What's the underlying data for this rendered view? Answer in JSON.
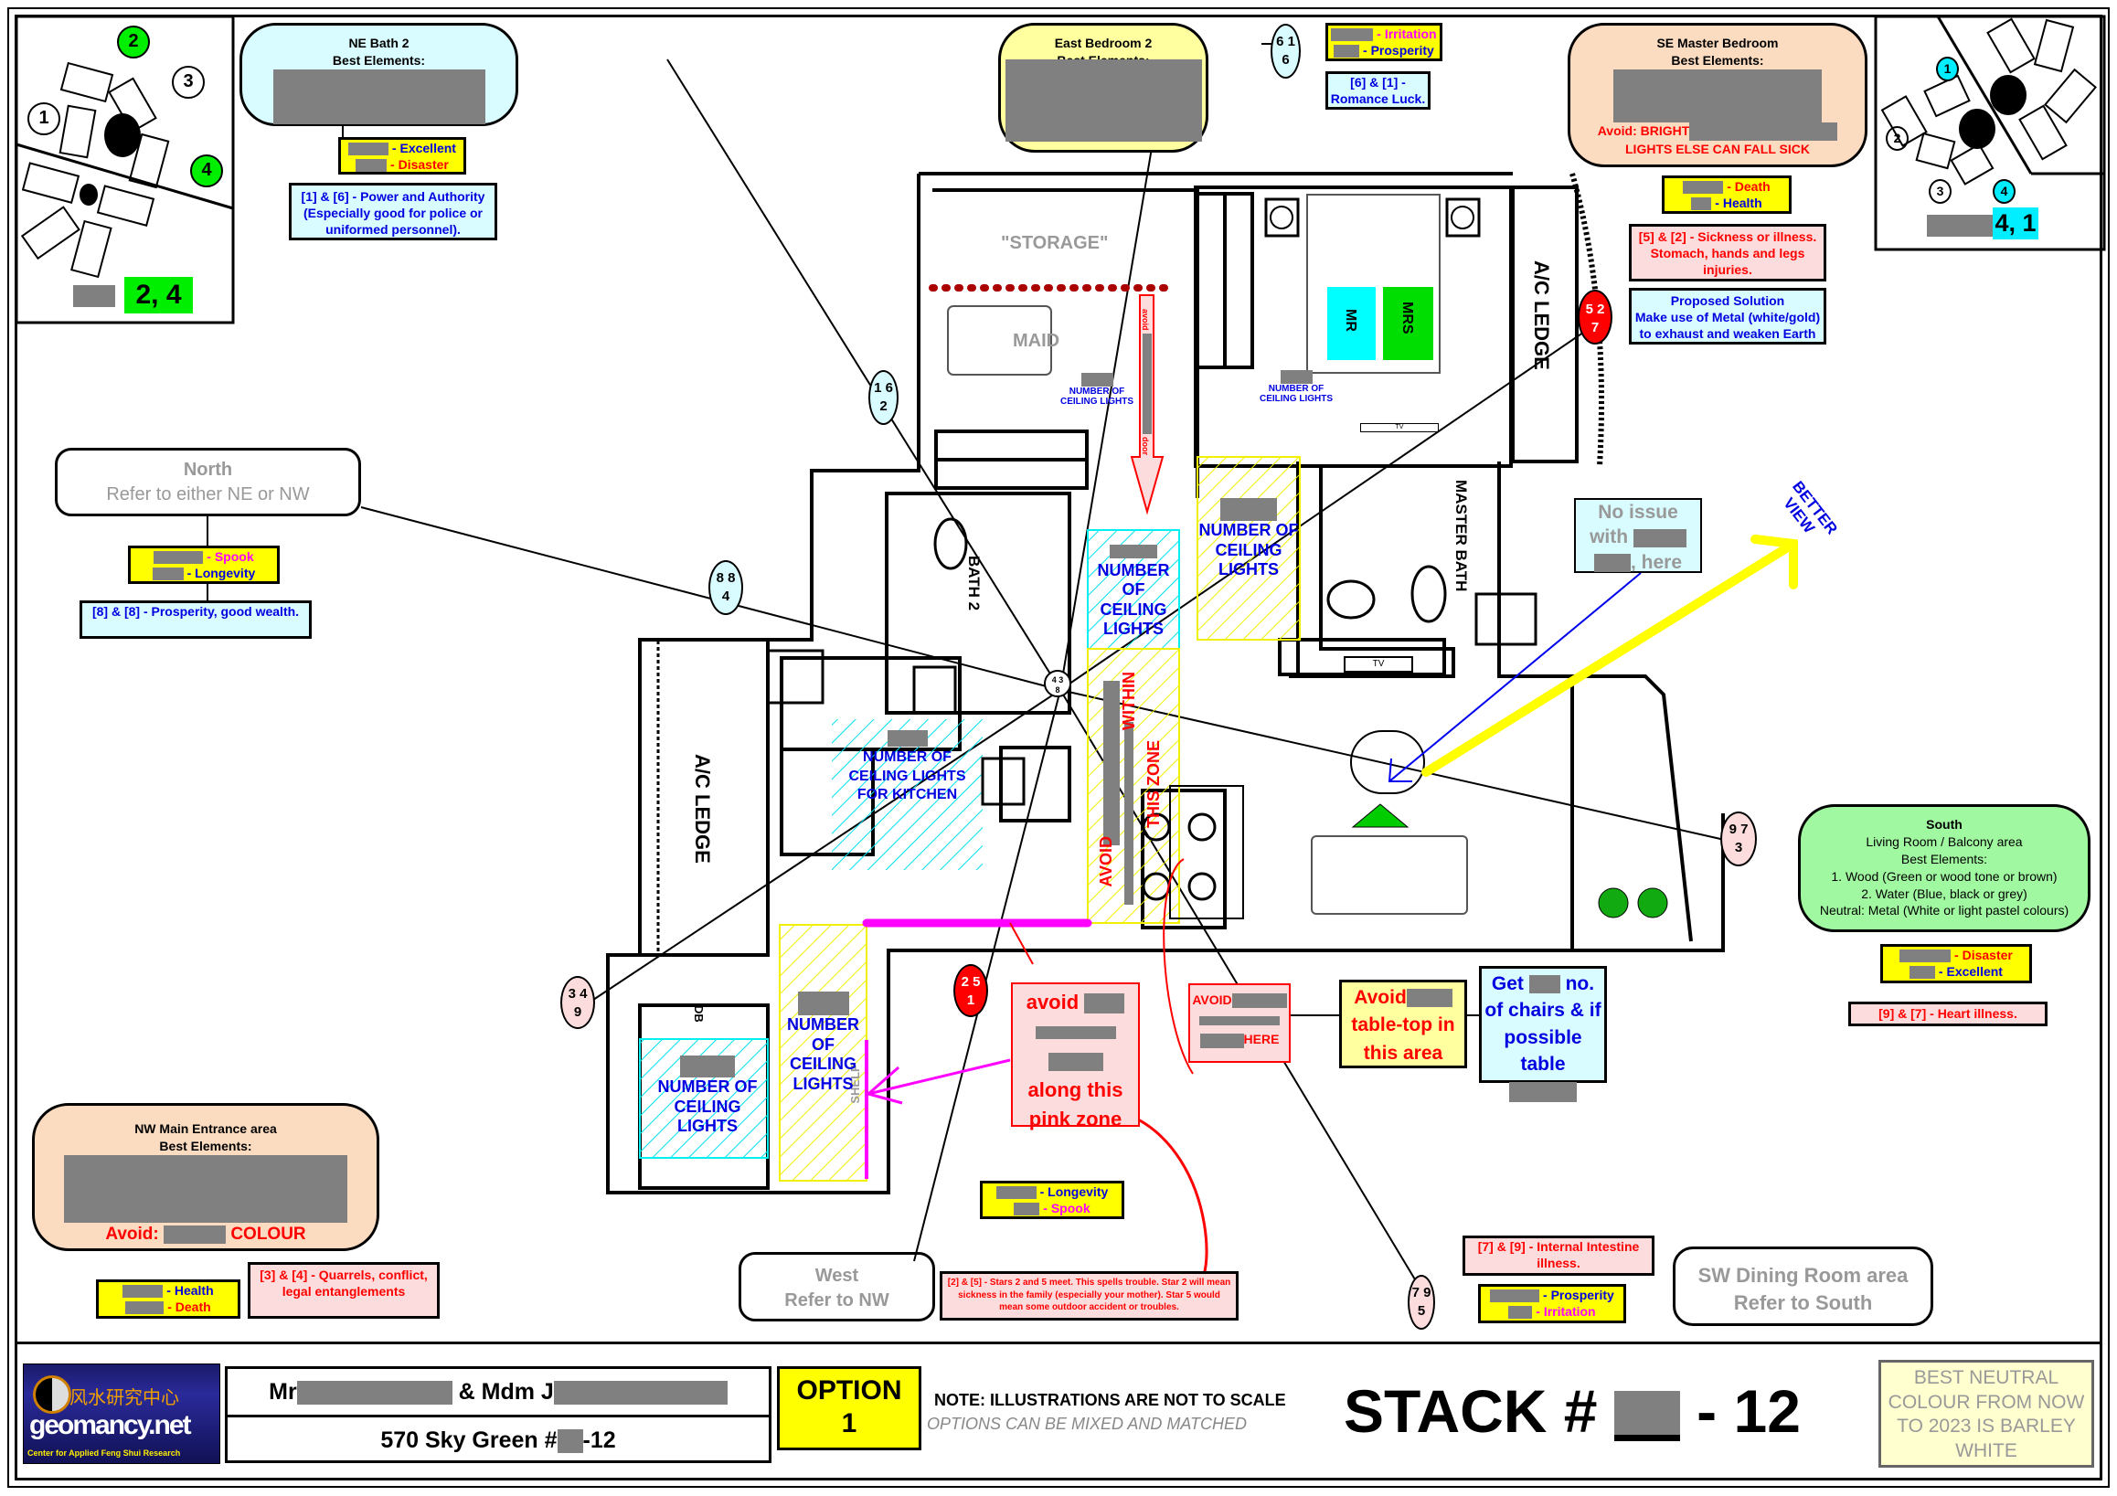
{
  "compass_nw": {
    "numbers": [
      "1",
      "2",
      "3",
      "4"
    ],
    "highlighted": [
      "2",
      "4"
    ],
    "result_label": "2, 4",
    "result_color": "#00ee00"
  },
  "compass_se": {
    "numbers": [
      "1",
      "2",
      "3",
      "4"
    ],
    "highlighted": [
      "1",
      "4"
    ],
    "result_label": "4, 1",
    "result_color": "#00eeff"
  },
  "ne_bath": {
    "title": "NE Bath 2",
    "subtitle": "Best Elements:",
    "stars": [
      {
        "effect": "Excellent",
        "color": "#0000e0"
      },
      {
        "effect": "Disaster",
        "color": "#ff0000"
      }
    ],
    "note": "[1] & [6] - Power and Authority (Especially good for police or uniformed personnel).",
    "chart_stars": [
      "1 6",
      "2"
    ]
  },
  "east_bedroom": {
    "title": "East Bedroom 2",
    "subtitle": "Best Elements:",
    "chart_stars": [
      "6 1",
      "6"
    ],
    "stars": [
      {
        "effect": "Irritation",
        "color": "#ff00ff"
      },
      {
        "effect": "Prosperity",
        "color": "#0000e0"
      }
    ],
    "note": "[6] & [1] - Romance Luck."
  },
  "se_master": {
    "title": "SE Master Bedroom",
    "subtitle": "Best Elements:",
    "avoid_prefix": "Avoid: BRIGHT",
    "avoid_suffix": "LIGHTS ELSE CAN FALL SICK",
    "stars": [
      {
        "effect": "Death",
        "color": "#ff0000"
      },
      {
        "effect": "Health",
        "color": "#0000e0"
      }
    ],
    "note": "[5] & [2] - Sickness or illness. Stomach, hands and legs injuries.",
    "solution_title": "Proposed Solution",
    "solution_body": "Make use of Metal (white/gold) to exhaust and weaken Earth",
    "chart_stars": [
      "5 2",
      "7"
    ]
  },
  "north": {
    "title": "North",
    "subtitle": "Refer to either NE or NW",
    "stars": [
      {
        "effect": "Spook",
        "color": "#ff00ff"
      },
      {
        "effect": "Longevity",
        "color": "#0000e0"
      }
    ],
    "note": "[8] & [8] - Prosperity, good wealth.",
    "chart_stars": [
      "8 8",
      "4"
    ]
  },
  "nw_entrance": {
    "title": "NW  Main Entrance area",
    "subtitle": "Best Elements:",
    "avoid_prefix": "Avoid:",
    "avoid_suffix": "COLOUR",
    "stars": [
      {
        "effect": "Health",
        "color": "#0000e0"
      },
      {
        "effect": "Death",
        "color": "#ff0000"
      }
    ],
    "note": "[3] & [4] - Quarrels, conflict, legal entanglements",
    "chart_stars": [
      "3 4",
      "9"
    ]
  },
  "south": {
    "title": "South",
    "lines": [
      "Living Room / Balcony area",
      "Best Elements:",
      "1. Wood (Green or wood tone or brown)",
      "2. Water (Blue, black or grey)",
      "Neutral: Metal (White or light pastel colours)"
    ],
    "stars": [
      {
        "effect": "Disaster",
        "color": "#ff0000"
      },
      {
        "effect": "Excellent",
        "color": "#0000e0"
      }
    ],
    "note": "[9] & [7] - Heart illness.",
    "chart_stars": [
      "9 7",
      "3"
    ]
  },
  "west": {
    "title": "West",
    "subtitle": "Refer to NW",
    "note": "[2] & [5] - Stars 2 and 5 meet. This spells trouble. Star 2 will mean sickness in the family (especially your mother). Star 5 would mean some outdoor accident or troubles.",
    "chart_stars": [
      "2 5",
      "1"
    ]
  },
  "center": {
    "stars": [
      {
        "effect": "Longevity",
        "color": "#0000e0"
      },
      {
        "effect": "Spook",
        "color": "#ff00ff"
      }
    ],
    "chart_stars": [
      "4 3",
      "8"
    ]
  },
  "sw_dining": {
    "title": "SW  Dining Room area",
    "subtitle": "Refer to South",
    "note": "[7] & [9] - Internal Intestine illness.",
    "stars": [
      {
        "effect": "Prosperity",
        "color": "#0000e0"
      },
      {
        "effect": "Irritation",
        "color": "#ff00ff"
      }
    ],
    "chart_stars": [
      "7 9",
      "5"
    ]
  },
  "plan": {
    "storage": "\"STORAGE\"",
    "maid": "MAID",
    "bath2": "BATH 2",
    "master_bath": "MASTER BATH",
    "ac_ledge": "A/C LEDGE",
    "mr": "MR",
    "mrs": "MRS",
    "tv": "TV",
    "shelf": "SHELF",
    "db": "DB",
    "avoid_door_top": "avoid",
    "avoid_door_bottom": "door",
    "ceiling_lights": "NUMBER OF CEILING LIGHTS",
    "kitchen_lights": "NUMBER OF CEILING LIGHTS FOR KITCHEN",
    "avoid_zone_a": "WITHIN",
    "avoid_zone_b": "AVOID",
    "avoid_zone_c": "THIS ZONE",
    "better_view": "BETTER VIEW",
    "no_issue": [
      "No issue",
      "with",
      ", here"
    ]
  },
  "callouts": {
    "pink_zone": [
      "avoid",
      "along this",
      "pink zone"
    ],
    "pendant": [
      "AVOID",
      "HERE"
    ],
    "table_top": [
      "Avoid",
      "table-top in",
      "this area"
    ],
    "chairs": [
      "Get",
      "no.",
      "of chairs & if",
      "possible table"
    ]
  },
  "footer": {
    "logo_cn": "风水研究中心",
    "logo_main": "geomancy.net",
    "logo_sub": "Center for Applied Feng Shui Research",
    "client_mr": "Mr",
    "client_mdm": "& Mdm J",
    "address_prefix": "570 Sky Green #",
    "address_suffix": "-12",
    "option_label": "OPTION",
    "option_number": "1",
    "note": "NOTE: ILLUSTRATIONS ARE NOT TO SCALE",
    "note_sub": "OPTIONS CAN BE MIXED AND MATCHED",
    "stack_prefix": "STACK #",
    "stack_suffix": "- 12",
    "neutral_colour": "BEST NEUTRAL COLOUR FROM NOW TO 2023 IS BARLEY WHITE"
  }
}
